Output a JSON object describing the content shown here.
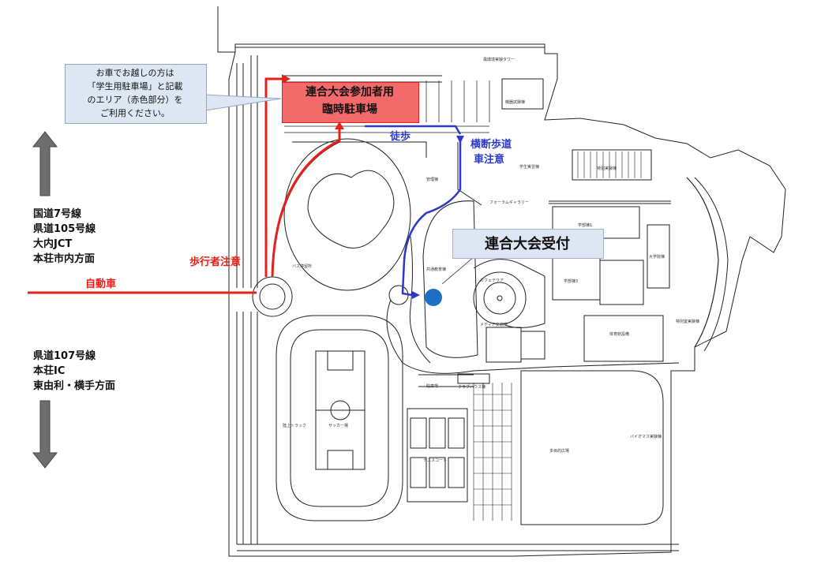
{
  "callout": {
    "lines": [
      "お車でお越しの方は",
      "「学生用駐車場」と記載",
      "のエリア（赤色部分）を",
      "ご利用ください。"
    ]
  },
  "parking": {
    "lines": [
      "連合大会参加者用",
      "臨時駐車場"
    ]
  },
  "reception": {
    "label": "連合大会受付"
  },
  "directions": {
    "north": [
      "国道7号線",
      "県道105号線",
      "大内JCT",
      "本荘市内方面"
    ],
    "south": [
      "県道107号線",
      "本荘IC",
      "東由利・横手方面"
    ]
  },
  "route_labels": {
    "car": "自動車",
    "pedestrian_caution": "歩行者注意",
    "walk": "徒歩",
    "crosswalk": "横断歩道",
    "car_caution": "車注意"
  },
  "facility_labels": {
    "forum_gallery": "フォーラムギャラリー",
    "cafeteria": "カフェテリア",
    "media": "メディア交流棟",
    "common": "共通教育棟",
    "bus_stop": "バス停留所",
    "university": "大学院棟",
    "lecture1": "学部棟1",
    "lecture3": "学部棟3",
    "gym": "体育館設備",
    "soccer": "サッカー場",
    "track": "陸上トラック",
    "tennis": "テニスコート",
    "field": "多目的広場",
    "biomass": "バイオマス実験棟",
    "clubhouse": "クラブハウス棟",
    "student_hall": "学生実習棟",
    "tower": "風環境実験タワー",
    "parking_small": "駐車場",
    "research": "特別実験棟",
    "experiment": "特別室実験棟",
    "lab": "機器試験棟",
    "management": "管理棟"
  },
  "colors": {
    "car_route": "#e8201a",
    "walk_route": "#2f39c8",
    "reception_dot": "#1f6fc4",
    "parking_fill": "#f05050",
    "callout_fill": "#dde7f3",
    "arrow_gray": "#6e6e6e"
  },
  "icons": {
    "north_arrow": "arrow-up-icon",
    "south_arrow": "arrow-down-icon"
  }
}
